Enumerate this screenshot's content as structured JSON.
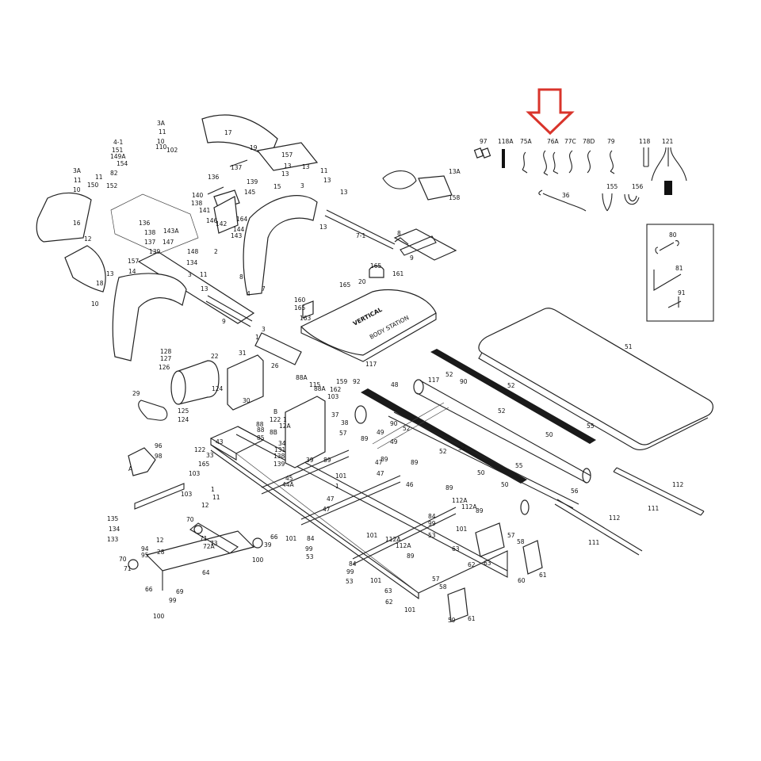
{
  "diagram": {
    "colors": {
      "line": "#222222",
      "arrow": "#d9342b",
      "background": "#ffffff"
    },
    "deck_brand": "VERTICAL",
    "deck_subtext": "BODY STATION",
    "labels": {
      "frame": [
        "103",
        "103",
        "11",
        "122",
        "33",
        "165",
        "43",
        "45",
        "44A",
        "138",
        "139",
        "88",
        "85",
        "89",
        "1",
        "101",
        "47",
        "47",
        "46",
        "89",
        "89",
        "89",
        "47",
        "101",
        "84",
        "99",
        "53",
        "101",
        "84",
        "99",
        "53",
        "112A",
        "112A",
        "101",
        "84",
        "99",
        "53",
        "112A",
        "112A",
        "89",
        "89",
        "63",
        "62",
        "63",
        "57",
        "58",
        "61",
        "60",
        "57",
        "58",
        "61",
        "59",
        "101",
        "63",
        "62",
        "101",
        "52",
        "52",
        "52",
        "52",
        "50",
        "50",
        "50",
        "56",
        "55",
        "55",
        "48",
        "49",
        "49",
        "90",
        "90",
        "52",
        "52",
        "47",
        "89",
        "88A",
        "88A",
        "115",
        "159",
        "92",
        "162",
        "103",
        "37",
        "38",
        "57",
        "8B",
        "88",
        "122",
        "34",
        "131",
        "39",
        "12A"
      ],
      "base": [
        "135",
        "134",
        "133",
        "12",
        "70",
        "71",
        "73",
        "72A",
        "12",
        "94",
        "95",
        "28",
        "71",
        "70",
        "64",
        "66",
        "69",
        "99",
        "100",
        "66",
        "39",
        "100",
        "1"
      ],
      "motor": [
        "128",
        "127",
        "126",
        "22",
        "31",
        "26",
        "124",
        "125",
        "124",
        "30",
        "29",
        "96",
        "98",
        "A",
        "B",
        "1"
      ],
      "console": [
        "3A",
        "11",
        "10",
        "4-1",
        "151",
        "149A",
        "154",
        "110",
        "102",
        "82",
        "3A",
        "11",
        "10",
        "16",
        "17",
        "13",
        "136",
        "137",
        "139",
        "140",
        "145",
        "138",
        "141",
        "146",
        "164",
        "142",
        "144",
        "143",
        "143A",
        "147",
        "148",
        "2",
        "134",
        "136",
        "138",
        "137",
        "139",
        "157",
        "14",
        "3",
        "11",
        "13",
        "13",
        "18",
        "10",
        "12",
        "11",
        "150",
        "152",
        "4",
        "7",
        "8",
        "9",
        "1",
        "3",
        "11",
        "13",
        "13",
        "15",
        "19",
        "157",
        "13",
        "13",
        "7-1",
        "8",
        "9",
        "3",
        "13"
      ],
      "hood": [
        "165",
        "20",
        "161",
        "165",
        "160",
        "165",
        "163",
        "117",
        "117"
      ],
      "top_right": [
        "97",
        "118A",
        "75A",
        "76A",
        "77C",
        "78D",
        "79",
        "118",
        "121",
        "36",
        "155",
        "156",
        "13A",
        "158",
        "80",
        "81",
        "91",
        "51",
        "112",
        "111",
        "112",
        "111"
      ]
    }
  }
}
